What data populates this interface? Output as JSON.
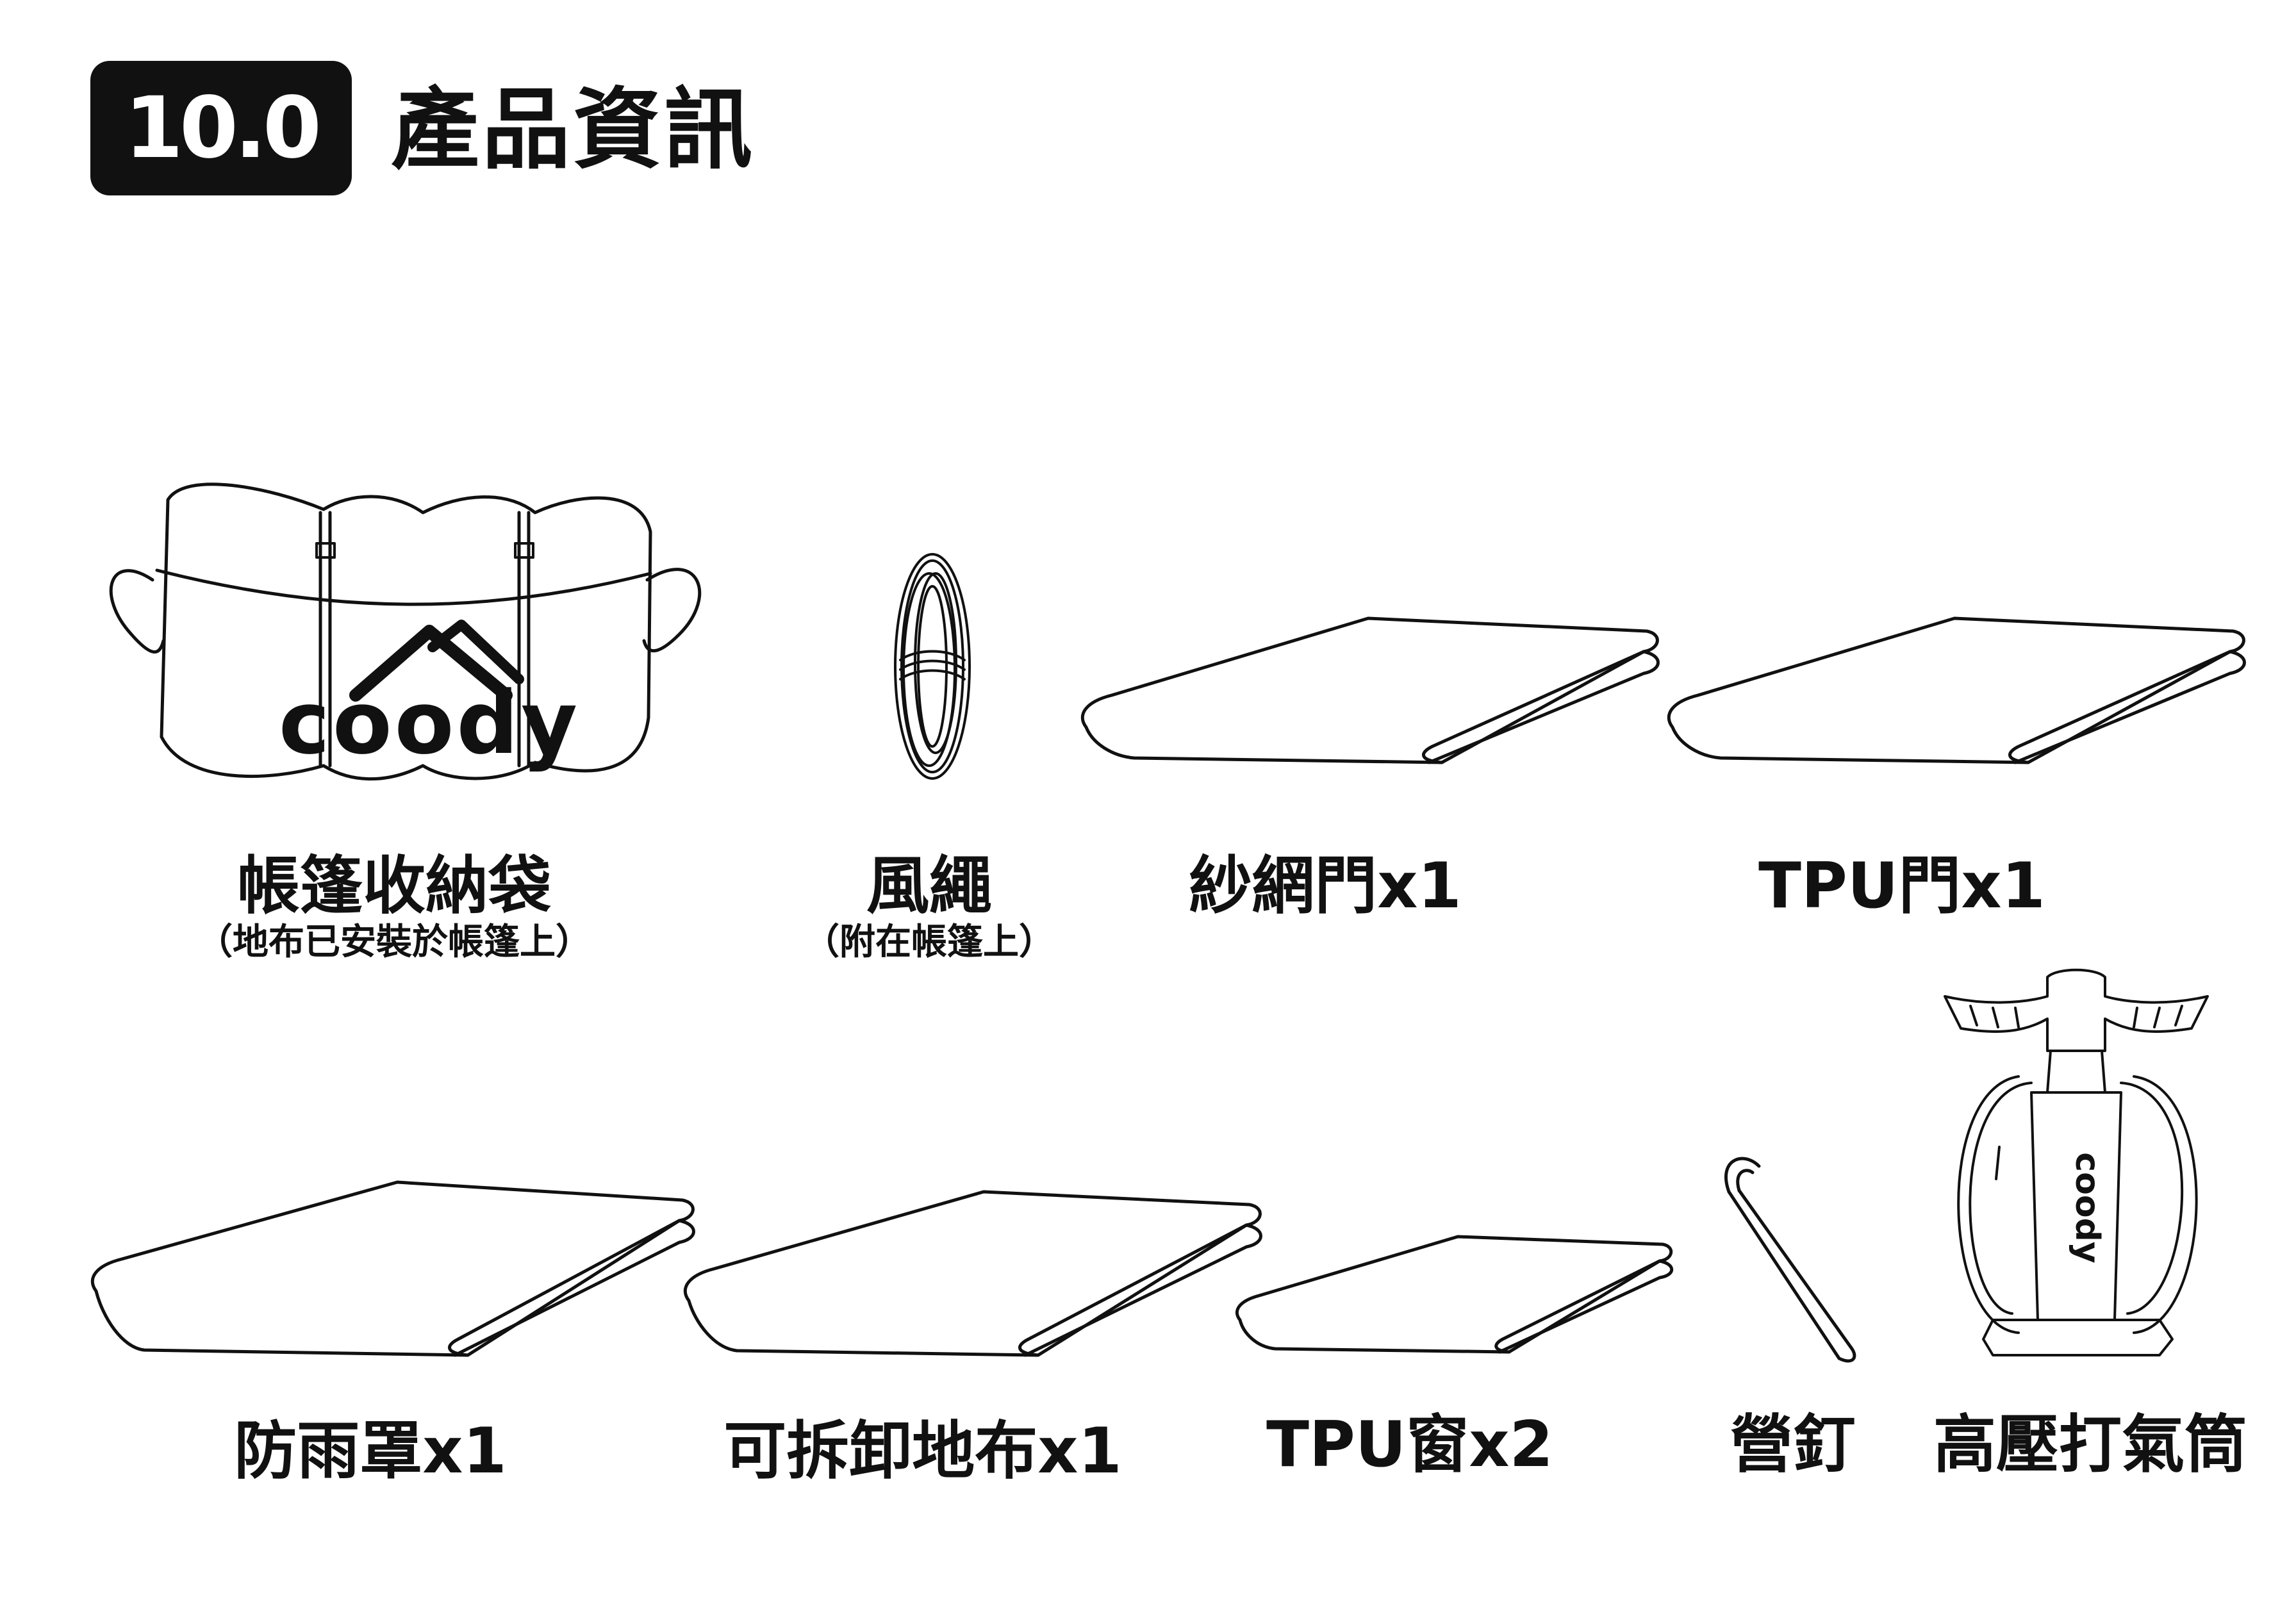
{
  "header": {
    "section_number": "10.0",
    "title": "產品資訊"
  },
  "items": [
    {
      "label": "帳篷收納袋",
      "note": "（地布已安裝於帳篷上）",
      "icon": "tent-bag-icon",
      "brand": "coody"
    },
    {
      "label": "風繩",
      "note": "（附在帳篷上）",
      "icon": "rope-coil-icon"
    },
    {
      "label": "紗網門x1",
      "icon": "folded-mesh-door-icon"
    },
    {
      "label": "TPU門x1",
      "icon": "folded-tpu-door-icon"
    },
    {
      "label": "防雨罩x1",
      "icon": "folded-rainfly-icon"
    },
    {
      "label": "可拆卸地布x1",
      "icon": "folded-groundsheet-icon"
    },
    {
      "label": "TPU窗x2",
      "icon": "folded-tpu-window-icon"
    },
    {
      "label": "營釘",
      "icon": "tent-stake-icon"
    },
    {
      "label": "高壓打氣筒",
      "icon": "air-pump-icon",
      "brand": "coody"
    }
  ],
  "colors": {
    "ink": "#111111",
    "badge_bg": "#111111",
    "badge_text": "#ffffff",
    "background": "#ffffff"
  }
}
